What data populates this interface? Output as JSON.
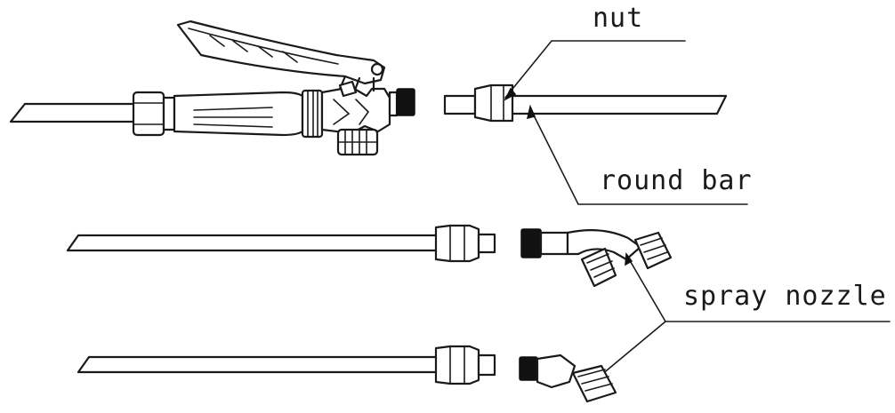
{
  "labels": {
    "nut": "nut",
    "round_bar": "round bar",
    "spray_nozzle": "spray nozzle"
  },
  "colors": {
    "ink": "#1a1a1a",
    "background": "#ffffff"
  }
}
